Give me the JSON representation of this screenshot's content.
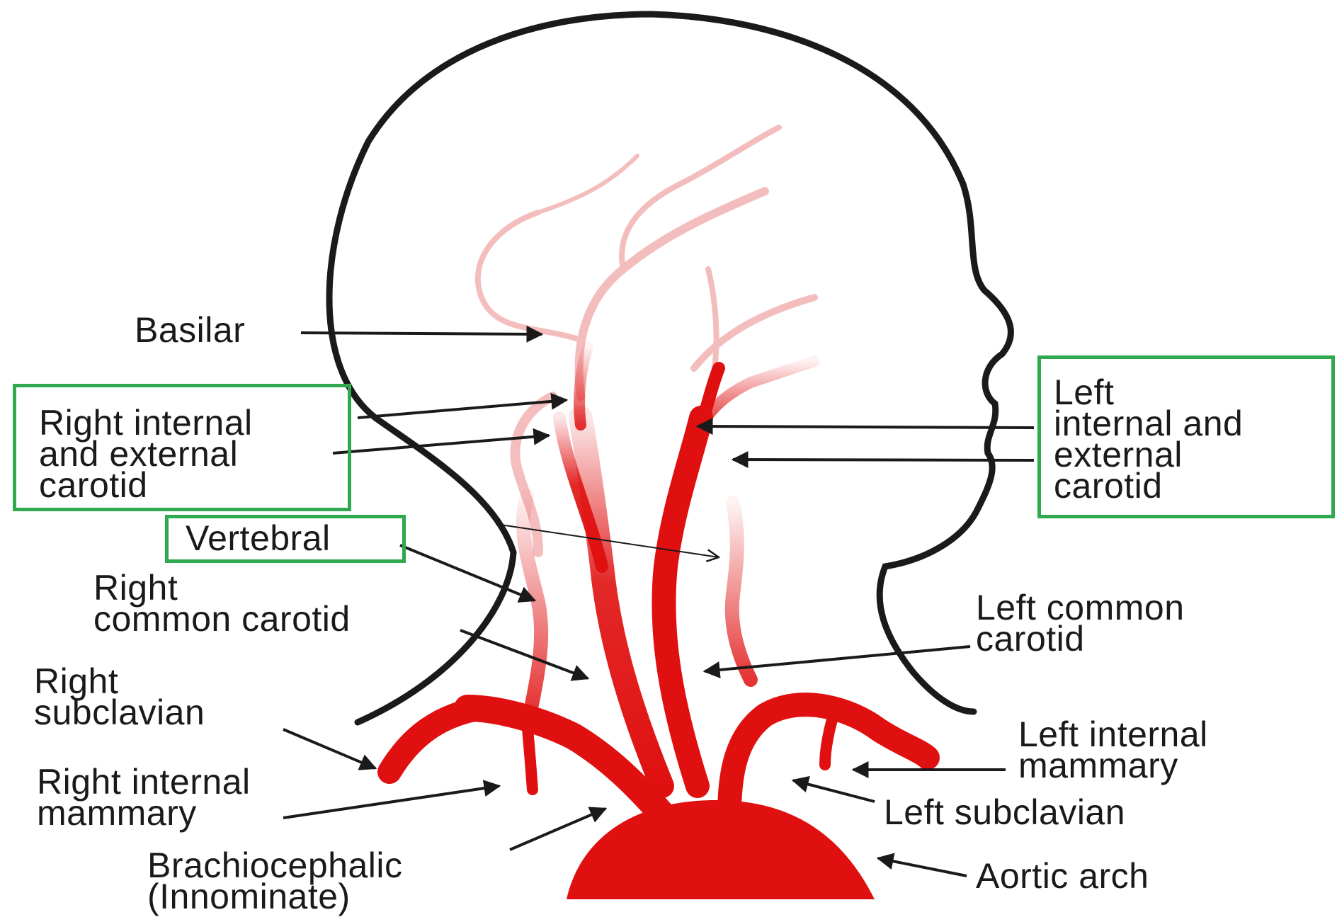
{
  "labels": {
    "basilar": "Basilar",
    "right_internal_external_carotid": "Right internal\nand external\ncarotid",
    "vertebral": "Vertebral",
    "right_common_carotid": "Right\ncommon carotid",
    "right_subclavian": "Right\nsubclavian",
    "right_internal_mammary": "Right internal\nmammary",
    "brachiocephalic": "Brachiocephalic\n(Innominate)",
    "left_internal_external_carotid": "Left\ninternal and\nexternal\ncarotid",
    "left_common_carotid": "Left common\ncarotid",
    "left_internal_mammary": "Left internal\nmammary",
    "left_subclavian": "Left subclavian",
    "aortic_arch": "Aortic arch"
  },
  "colors": {
    "artery": "#e01010",
    "artery_faded": "#f2b3b3",
    "outline": "#1a1a1a",
    "highlight_box": "#2fa84f"
  }
}
